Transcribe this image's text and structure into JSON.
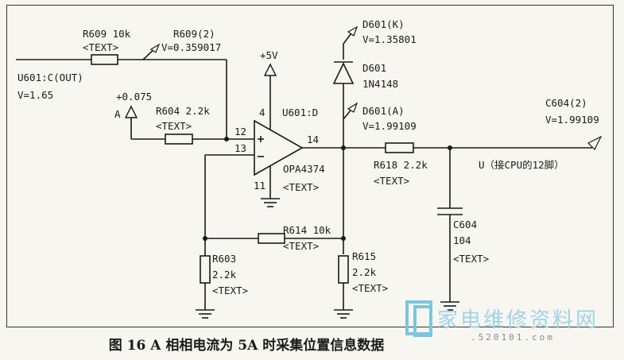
{
  "labels": {
    "r609": "R609 10k",
    "r609_text": "<TEXT>",
    "r609_probe": "R609(2)",
    "r609_probe_v": "V=0.359017",
    "u601c": "U601:C(OUT)",
    "u601c_v": "V=1.65",
    "vref": "+0.075",
    "vref_a": "A",
    "r604": "R604 2.2k",
    "r604_text": "<TEXT>",
    "vcc": "+5V",
    "pin4": "4",
    "u601d": "U601:D",
    "pin12": "12",
    "pin13": "13",
    "pin14": "14",
    "pin11": "11",
    "opamp": "OPA4374",
    "opamp_text": "<TEXT>",
    "d601k": "D601(K)",
    "d601k_v": "V=1.35801",
    "d601": "D601",
    "d601_part": "1N4148",
    "d601a": "D601(A)",
    "d601a_v": "V=1.99109",
    "r618": "R618 2.2k",
    "r618_text": "<TEXT>",
    "c604_probe": "C604(2)",
    "c604_probe_v": "V=1.99109",
    "u_cpu": "U（接CPU的12脚）",
    "r614": "R614 10k",
    "r614_text": "<TEXT>",
    "r603": "R603",
    "r603_val": "2.2k",
    "r603_text": "<TEXT>",
    "r615": "R615",
    "r615_val": "2.2k",
    "r615_text": "<TEXT>",
    "c604": "C604",
    "c604_val": "104",
    "c604_text": "<TEXT>"
  },
  "caption": "图 16 A 相相电流为 5A 时采集位置信息数据",
  "watermark": {
    "text": "家电维修资料网",
    "url": ".520101.com"
  }
}
